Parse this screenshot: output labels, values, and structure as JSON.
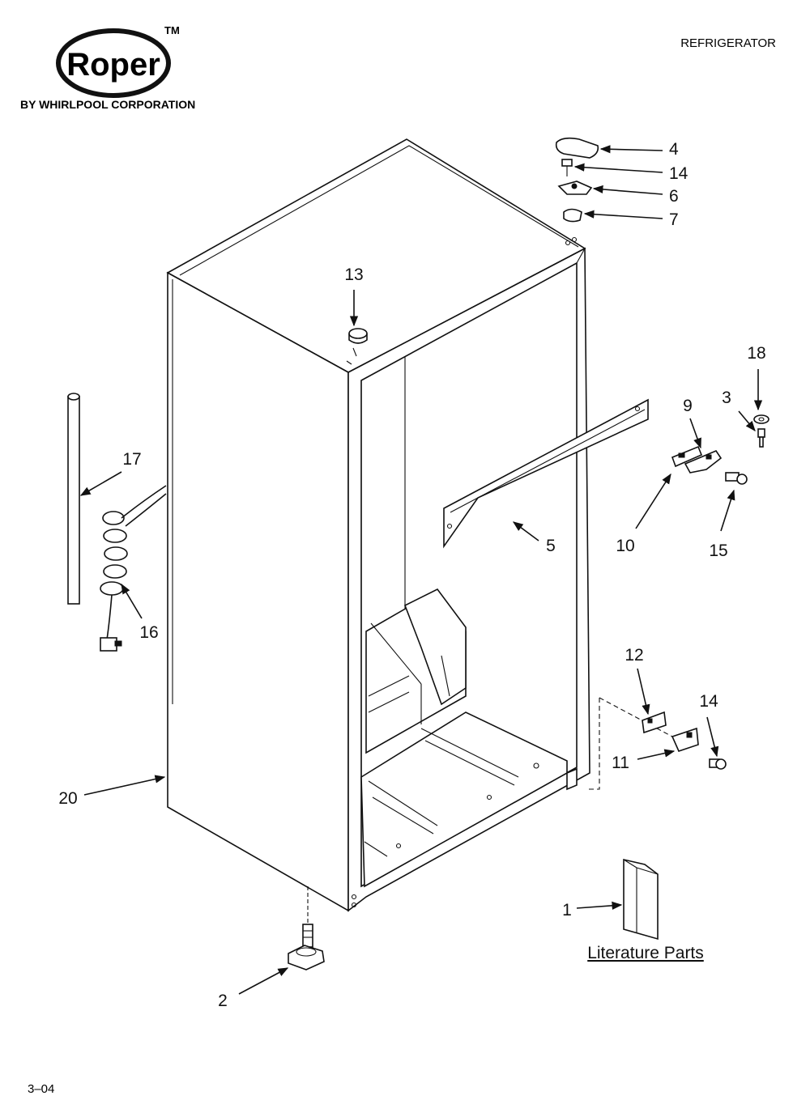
{
  "header": {
    "brand_name": "Roper",
    "trademark": "TM",
    "company": "BY WHIRLPOOL CORPORATION",
    "product": "REFRIGERATOR"
  },
  "callouts": {
    "c1": "1",
    "c2": "2",
    "c3": "3",
    "c4": "4",
    "c5": "5",
    "c6": "6",
    "c7": "7",
    "c9": "9",
    "c10": "10",
    "c11": "11",
    "c12": "12",
    "c13": "13",
    "c14_top": "14",
    "c14_bottom": "14",
    "c15": "15",
    "c16": "16",
    "c17": "17",
    "c18": "18",
    "c20": "20"
  },
  "literature_label": "Literature Parts",
  "footer": {
    "page_code": "3–04"
  }
}
